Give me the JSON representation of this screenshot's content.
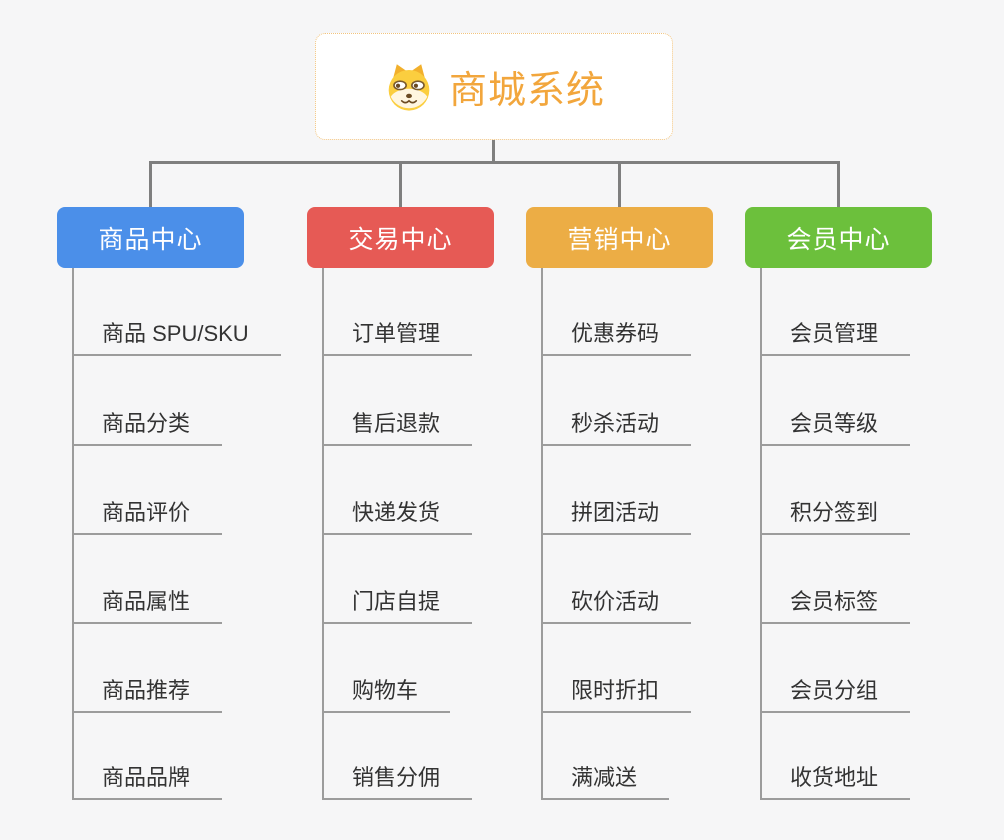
{
  "root": {
    "title": "商城系统",
    "icon": "shiba-dog-icon"
  },
  "style": {
    "background": "#f6f6f7",
    "connector_color": "#7f7f7f",
    "underline_color": "#9c9c9c",
    "root_text_color": "#f2a63c",
    "root_border_color": "#f2c47e",
    "leaf_text_color": "#333333"
  },
  "branches": [
    {
      "label": "商品中心",
      "color": "#4b8fe9",
      "items": [
        "商品 SPU/SKU",
        "商品分类",
        "商品评价",
        "商品属性",
        "商品推荐",
        "商品品牌"
      ]
    },
    {
      "label": "交易中心",
      "color": "#e65a55",
      "items": [
        "订单管理",
        "售后退款",
        "快递发货",
        "门店自提",
        "购物车",
        "销售分佣"
      ]
    },
    {
      "label": "营销中心",
      "color": "#ecad45",
      "items": [
        "优惠券码",
        "秒杀活动",
        "拼团活动",
        "砍价活动",
        "限时折扣",
        "满减送"
      ]
    },
    {
      "label": "会员中心",
      "color": "#6cc03c",
      "items": [
        "会员管理",
        "会员等级",
        "积分签到",
        "会员标签",
        "会员分组",
        "收货地址"
      ]
    }
  ]
}
